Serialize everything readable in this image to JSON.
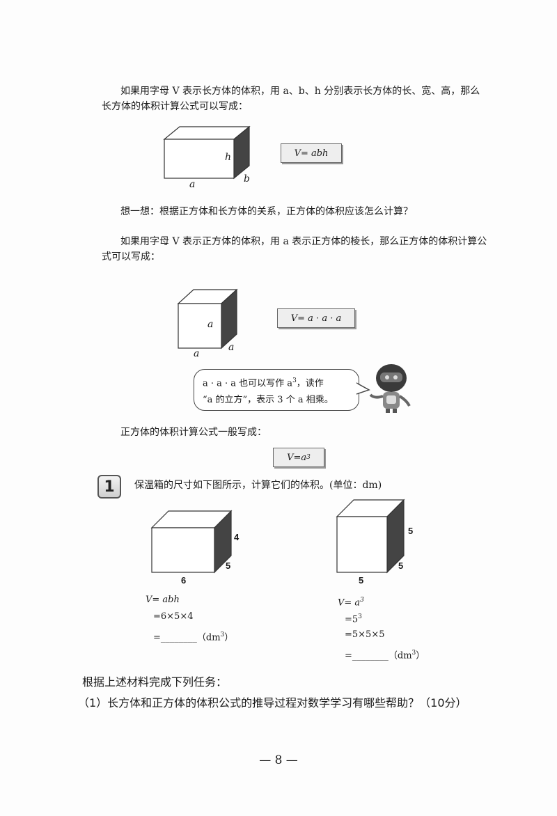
{
  "intro1": {
    "line1": "如果用字母 V 表示长方体的体积，用 a、b、h 分别表示长方体的长、宽、高，那么",
    "line2": "长方体的体积计算公式可以写成："
  },
  "cuboid1": {
    "h": "h",
    "a": "a",
    "b": "b"
  },
  "formula_cuboid": "V= abh",
  "think": "想一想：根据正方体和长方体的关系，正方体的体积应该怎么计算？",
  "intro2": {
    "line1": "如果用字母 V 表示正方体的体积，用 a 表示正方体的棱长，那么正方体的体积计算公",
    "line2": "式可以写成："
  },
  "cube1": {
    "side": "a",
    "bottom": "a",
    "depth": "a"
  },
  "formula_cube": "V= a · a · a",
  "bubble": {
    "line1_pre": "a · a · a 也可以写作 a",
    "line1_sup": "3",
    "line1_post": "，读作",
    "line2": "“a 的立方”，表示 3 个 a 相乘。"
  },
  "general": "正方体的体积计算公式一般写成：",
  "formula_general": {
    "base": "V=a",
    "sup": "3"
  },
  "exercise": {
    "number": "1",
    "text": "保温箱的尺寸如下图所示，计算它们的体积。(单位：dm)"
  },
  "box_cuboid": {
    "height": "4",
    "width": "5",
    "length": "6"
  },
  "box_cube": {
    "height": "5",
    "width": "5",
    "length": "5"
  },
  "calc_left": [
    "V= abh",
    "=6×5×4",
    "=________（dm",
    "3",
    "）"
  ],
  "calc_right": {
    "l1_base": "V= a",
    "l1_sup": "3",
    "l2_base": "=5",
    "l2_sup": "3",
    "l3": "=5×5×5",
    "l4": "=________（dm",
    "l4_sup": "3",
    "l4_end": "）"
  },
  "task_title": "根据上述材料完成下列任务：",
  "task_1": "（1）长方体和正方体的体积公式的推导过程对数学学习有哪些帮助？（10分）",
  "page_number": "— 8 —"
}
